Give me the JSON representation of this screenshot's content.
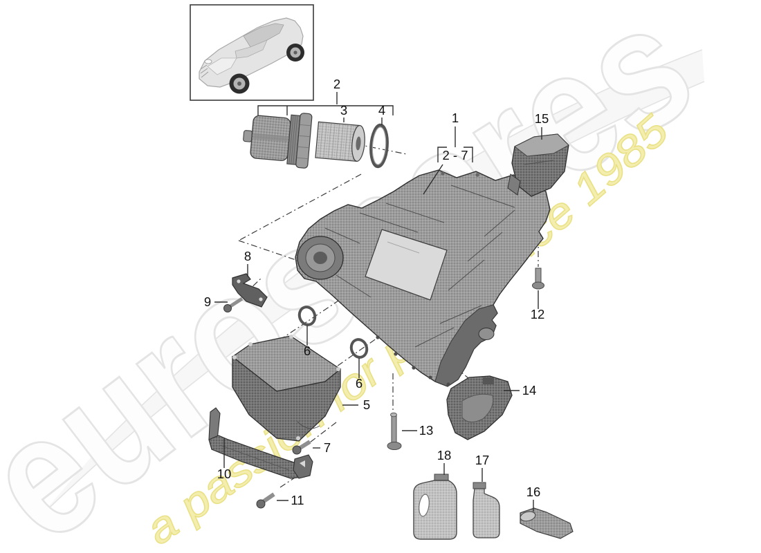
{
  "watermark": {
    "brand": "eurospares",
    "tagline": "a passion for parts since 1985",
    "brand_fill": "#fdfdfd",
    "brand_outline": "#e4e4e4",
    "tagline_fill": "#f3edae",
    "tagline_outline": "#e9e083",
    "swoosh_fill": "#f7f7f7",
    "swoosh_edge": "#e3e3e3"
  },
  "diagram": {
    "bracket_label": "2 - 7",
    "callouts": {
      "c1": "1",
      "c2": "2",
      "c3": "3",
      "c4": "4",
      "c5": "5",
      "c6a": "6",
      "c6b": "6",
      "c7": "7",
      "c8": "8",
      "c9": "9",
      "c10": "10",
      "c11": "11",
      "c12": "12",
      "c13": "13",
      "c14": "14",
      "c15": "15",
      "c16": "16",
      "c17": "17",
      "c18": "18"
    }
  }
}
